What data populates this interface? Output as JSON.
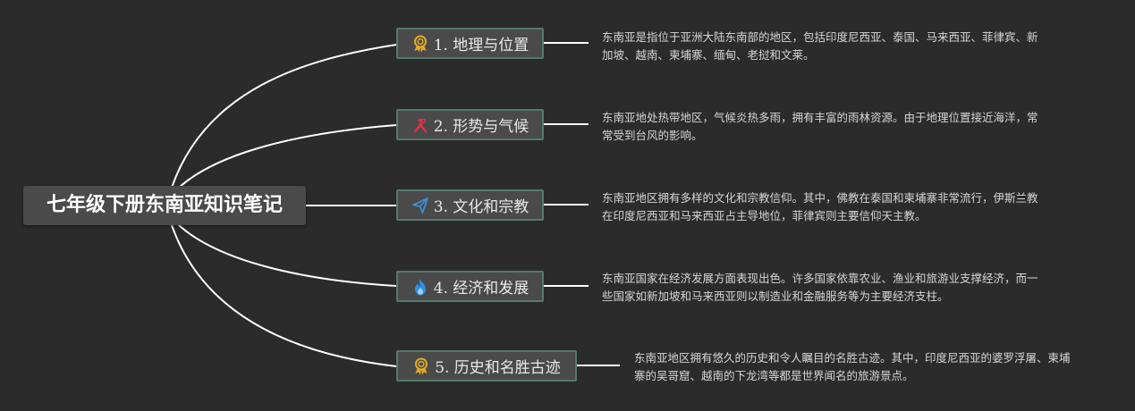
{
  "mindmap": {
    "root": {
      "title": "七年级下册东南亚知识笔记"
    },
    "branches": [
      {
        "label": "1. 地理与位置",
        "icon": "award-ribbon-icon",
        "icon_color": "#e0a928",
        "note": "东南亚是指位于亚洲大陆东南部的地区，包括印度尼西亚、泰国、马来西亚、菲律宾、新加坡、越南、柬埔寨、缅甸、老挝和文莱。"
      },
      {
        "label": "2. 形势与气候",
        "icon": "tools-icon",
        "icon_color": "#d8324a",
        "note": "东南亚地处热带地区，气候炎热多雨，拥有丰富的雨林资源。由于地理位置接近海洋，常常受到台风的影响。"
      },
      {
        "label": "3. 文化和宗教",
        "icon": "paper-plane-icon",
        "icon_color": "#3a8fd6",
        "note": "东南亚地区拥有多样的文化和宗教信仰。其中，佛教在泰国和柬埔寨非常流行，伊斯兰教在印度尼西亚和马来西亚占主导地位，菲律宾则主要信仰天主教。"
      },
      {
        "label": "4. 经济和发展",
        "icon": "flame-icon",
        "icon_color": "#2f8fe0",
        "note": "东南亚国家在经济发展方面表现出色。许多国家依靠农业、渔业和旅游业支撑经济，而一些国家如新加坡和马来西亚则以制造业和金融服务等为主要经济支柱。"
      },
      {
        "label": "5. 历史和名胜古迹",
        "icon": "award-ribbon-icon",
        "icon_color": "#e0a928",
        "note": "东南亚地区拥有悠久的历史和令人瞩目的名胜古迹。其中，印度尼西亚的婆罗浮屠、柬埔寨的吴哥窟、越南的下龙湾等都是世界闻名的旅游景点。"
      }
    ]
  }
}
